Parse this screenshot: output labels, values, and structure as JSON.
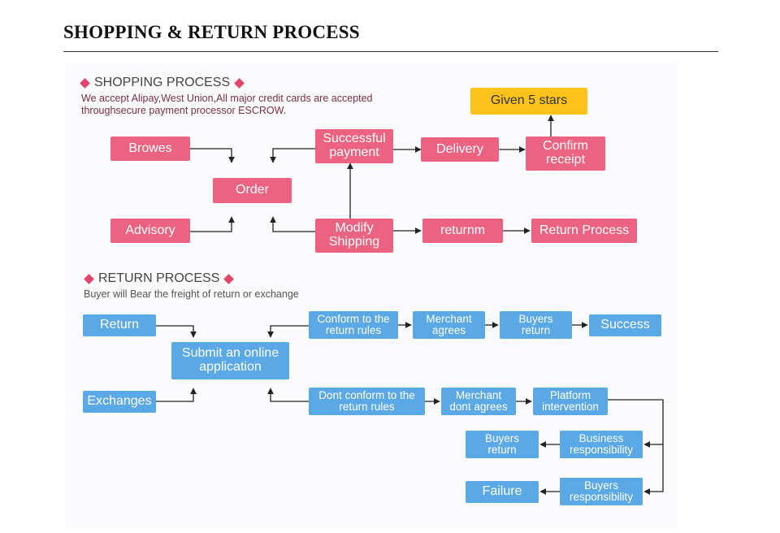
{
  "page_title": "SHOPPING & RETURN PROCESS",
  "shopping": {
    "heading": "SHOPPING PROCESS",
    "note_line1": "We accept Alipay,West Union,All major credit cards are accepted",
    "note_line2": "throughsecure payment processor ESCROW.",
    "nodes": {
      "browes": "Browes",
      "advisory": "Advisory",
      "order": "Order",
      "successful_payment_1": "Successful",
      "successful_payment_2": "payment",
      "modify_shipping_1": "Modify",
      "modify_shipping_2": "Shipping",
      "delivery": "Delivery",
      "confirm_receipt_1": "Confirm",
      "confirm_receipt_2": "receipt",
      "given_5_stars": "Given 5 stars",
      "returnm": "returnm",
      "return_process": "Return Process"
    }
  },
  "returns": {
    "heading": "RETURN PROCESS",
    "note": "Buyer will Bear the freight of return or exchange",
    "nodes": {
      "return": "Return",
      "exchanges": "Exchanges",
      "submit_1": "Submit an online",
      "submit_2": "application",
      "conform_1": "Conform to the",
      "conform_2": "return rules",
      "merchant_agrees_1": "Merchant",
      "merchant_agrees_2": "agrees",
      "buyers_return_1": "Buyers",
      "buyers_return_2": "return",
      "success": "Success",
      "dont_conform_1": "Dont conform to the",
      "dont_conform_2": "return rules",
      "merchant_dont_1": "Merchant",
      "merchant_dont_2": "dont agrees",
      "platform_1": "Platform",
      "platform_2": "intervention",
      "business_resp_1": "Business",
      "business_resp_2": "responsibility",
      "buyers_return2_1": "Buyers",
      "buyers_return2_2": "return",
      "buyers_resp_1": "Buyers",
      "buyers_resp_2": "responsibility",
      "failure": "Failure"
    }
  },
  "colors": {
    "shopping_node": "#ec6382",
    "return_node": "#5aa9e6",
    "highlight_node": "#fdc21c",
    "accent_diamond": "#e0466c"
  }
}
